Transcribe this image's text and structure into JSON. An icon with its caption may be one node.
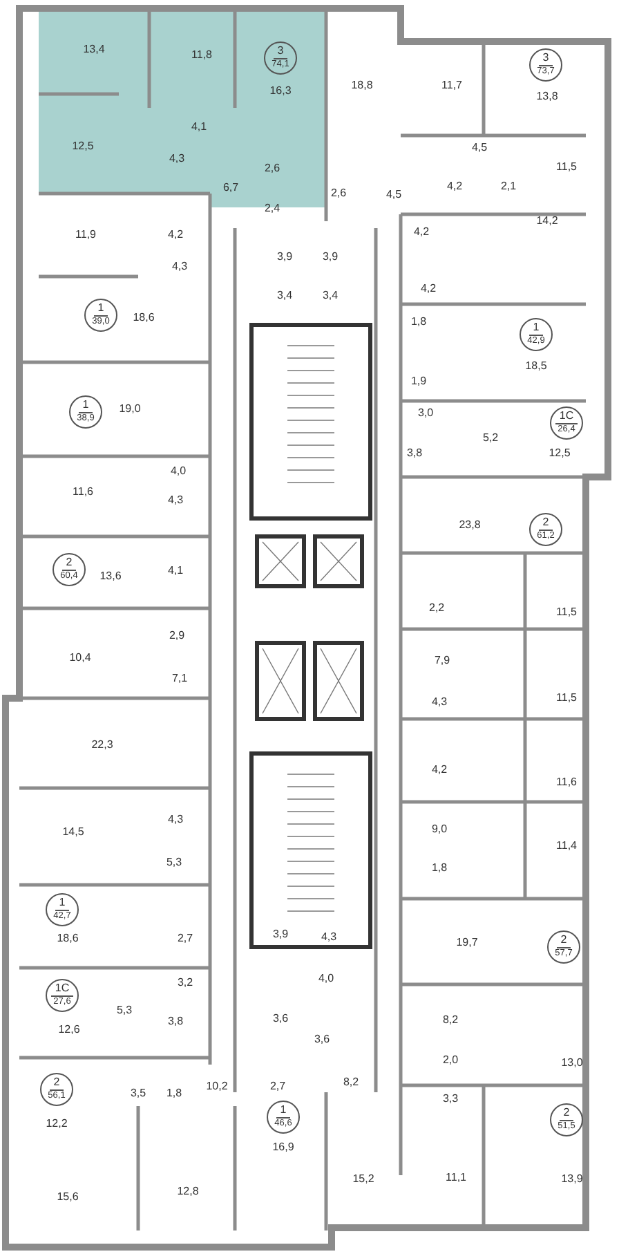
{
  "diagram": {
    "nodes": [
      {
        "text": [
          "3",
          "74,1"
        ]
      },
      {
        "text": [
          "3",
          "73,7"
        ]
      },
      {
        "text": [
          "1",
          "39,0"
        ]
      },
      {
        "text": [
          "1",
          "42,9"
        ]
      },
      {
        "text": [
          "1",
          "38,9"
        ]
      },
      {
        "text": [
          "1С",
          "26,4"
        ]
      },
      {
        "text": [
          "2",
          "61,2"
        ]
      },
      {
        "text": [
          "2",
          "60,4"
        ]
      },
      {
        "text": [
          "1",
          "42,7"
        ]
      },
      {
        "text": [
          "2",
          "57,7"
        ]
      },
      {
        "text": [
          "1С",
          "27,6"
        ]
      },
      {
        "text": [
          "2",
          "56,1"
        ]
      },
      {
        "text": [
          "1",
          "46,6"
        ]
      },
      {
        "text": [
          "2",
          "51,5"
        ]
      }
    ],
    "labels": [
      "13,4",
      "11,8",
      "18,8",
      "11,7",
      "16,3",
      "13,8",
      "4,1",
      "12,5",
      "4,5",
      "4,3",
      "11,5",
      "2,6",
      "4,2",
      "2,1",
      "6,7",
      "2,6",
      "4,5",
      "2,4",
      "14,2",
      "4,2",
      "11,9",
      "4,2",
      "3,9",
      "3,9",
      "4,3",
      "4,2",
      "3,4",
      "3,4",
      "18,6",
      "1,8",
      "18,5",
      "1,9",
      "19,0",
      "3,0",
      "5,2",
      "3,8",
      "12,5",
      "4,0",
      "11,6",
      "4,3",
      "23,8",
      "4,1",
      "13,6",
      "2,2",
      "11,5",
      "2,9",
      "10,4",
      "7,9",
      "7,1",
      "4,3",
      "11,5",
      "22,3",
      "4,2",
      "11,6",
      "4,3",
      "9,0",
      "14,5",
      "11,4",
      "1,8",
      "5,3",
      "3,9",
      "4,3",
      "18,6",
      "2,7",
      "19,7",
      "4,0",
      "3,2",
      "5,3",
      "3,6",
      "8,2",
      "3,8",
      "12,6",
      "3,6",
      "2,0",
      "13,0",
      "8,2",
      "10,2",
      "2,7",
      "3,5",
      "1,8",
      "3,3",
      "12,2",
      "16,9",
      "11,1",
      "15,2",
      "13,9",
      "12,8",
      "15,6"
    ]
  }
}
